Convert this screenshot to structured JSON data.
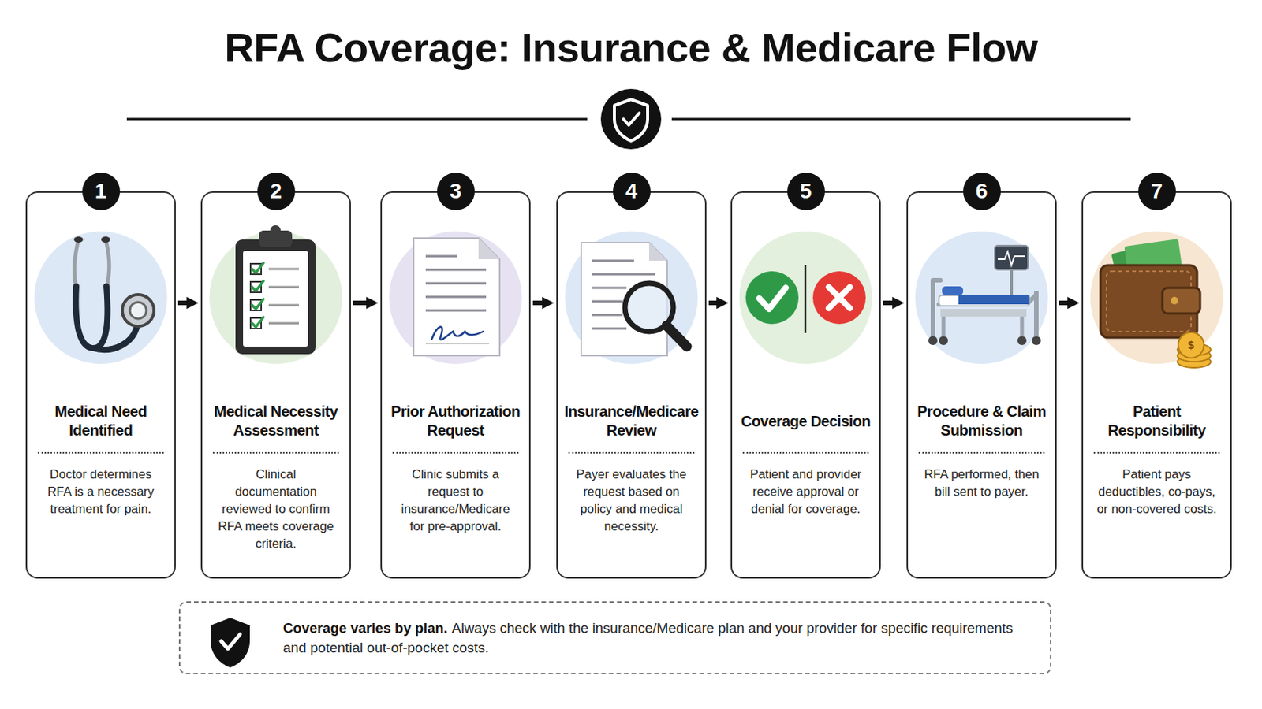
{
  "diagram": {
    "title": "RFA Coverage: Insurance & Medicare Flow",
    "nodes": [
      {
        "text": [
          "Medical Need Identified",
          "Doctor determines RFA is a necessary treatment for pain."
        ]
      },
      {
        "text": [
          "Medical Necessity Assessment",
          "Clinical documentation reviewed to confirm RFA meets coverage criteria."
        ]
      },
      {
        "text": [
          "Prior Authorization Request",
          "Clinic submits a request to insurance/Medicare for pre-approval."
        ]
      },
      {
        "text": [
          "Insurance/Medicare Review",
          "Payer evaluates the request based on policy and medical necessity."
        ]
      },
      {
        "text": [
          "Coverage Decision",
          "Patient and provider receive approval or denial for coverage."
        ]
      },
      {
        "text": [
          "Procedure & Claim Submission",
          "RFA performed, then bill sent to payer."
        ]
      },
      {
        "text": [
          "Patient Responsibility",
          "Patient pays deductibles, co-pays, or non-covered costs."
        ]
      },
      {
        "text": [
          "Coverage varies by plan.",
          "Always check with the insurance/Medicare plan and your provider for specific requirements and potential out-of-pocket costs."
        ]
      }
    ],
    "edges": [
      {
        "from": 0,
        "to": 1,
        "arrow": "to"
      },
      {
        "from": 1,
        "to": 2,
        "arrow": "to"
      },
      {
        "from": 2,
        "to": 3,
        "arrow": "to"
      },
      {
        "from": 3,
        "to": 4,
        "arrow": "to"
      },
      {
        "from": 4,
        "to": 5,
        "arrow": "to"
      },
      {
        "from": 5,
        "to": 6,
        "arrow": "to"
      }
    ],
    "labels": [
      "1",
      "2",
      "3",
      "4",
      "5",
      "6",
      "7",
      "$"
    ]
  }
}
